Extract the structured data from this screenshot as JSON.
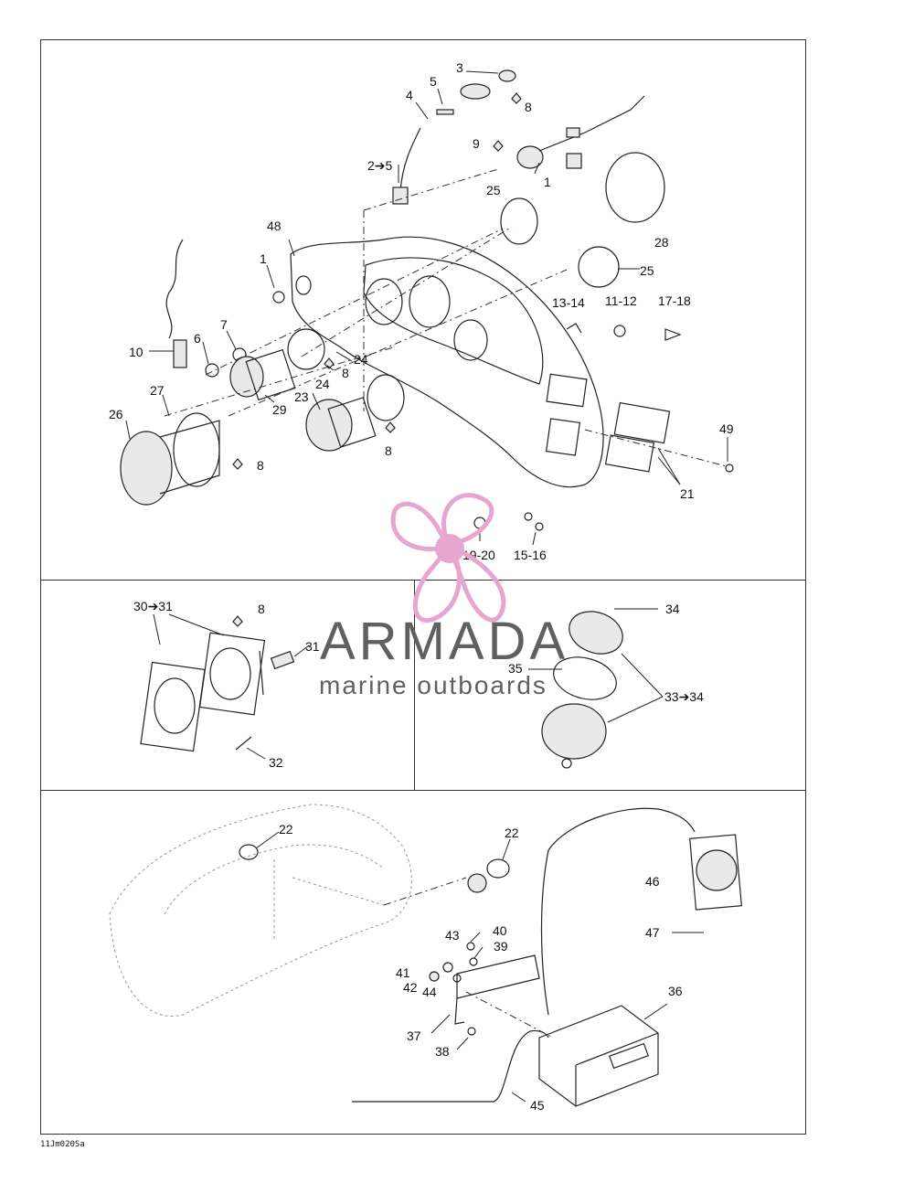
{
  "drawing_code": "11Jm020Sa",
  "watermark": {
    "title": "ARMADA",
    "subtitle": "marine outboards",
    "accent_color": "#e7a6cf",
    "text_color": "#606060"
  },
  "callouts": {
    "main": [
      "3",
      "5",
      "4",
      "8",
      "9",
      "2➔5",
      "1",
      "25",
      "28",
      "48",
      "1",
      "25",
      "13-14",
      "11-12",
      "17-18",
      "10",
      "6",
      "7",
      "24",
      "8",
      "24",
      "23",
      "29",
      "27",
      "26",
      "8",
      "8",
      "49",
      "21",
      "19-20",
      "15-16"
    ],
    "gauge": [
      "30➔31",
      "8",
      "31",
      "32"
    ],
    "speaker": [
      "34",
      "35",
      "33➔34"
    ],
    "console": [
      "22",
      "22",
      "46",
      "47",
      "40",
      "43",
      "39",
      "41",
      "42",
      "44",
      "36",
      "37",
      "38",
      "45"
    ]
  }
}
